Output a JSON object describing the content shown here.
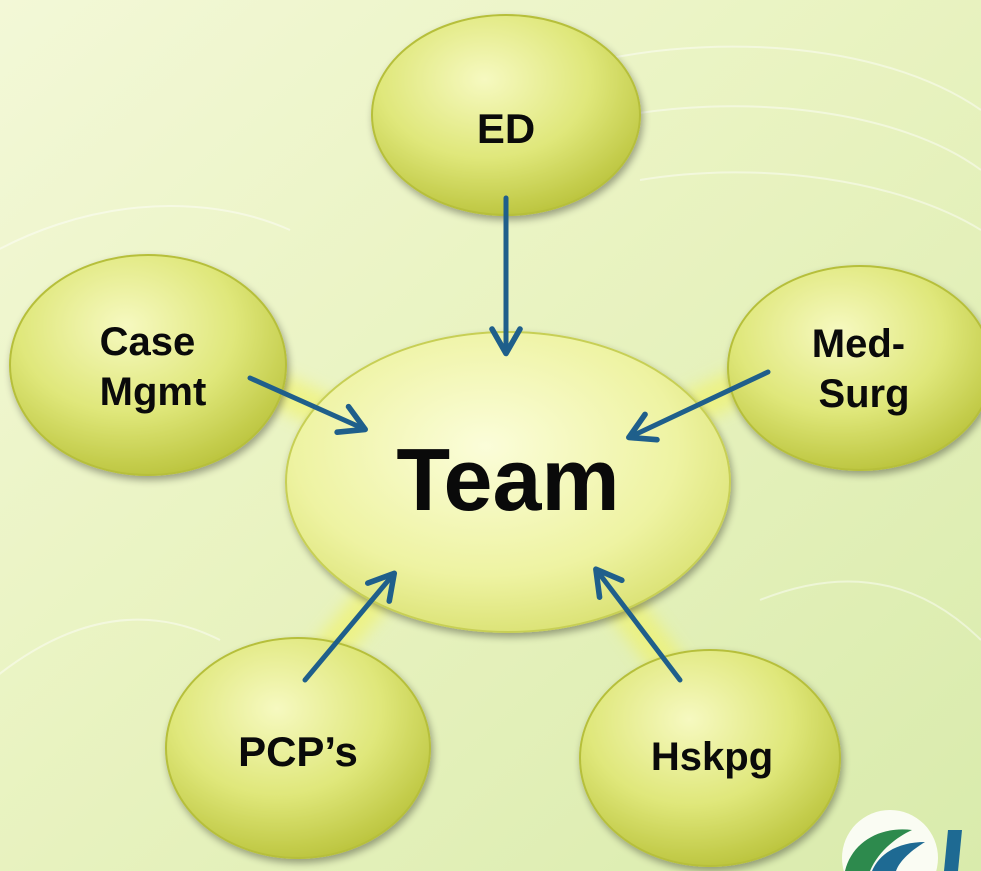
{
  "diagram": {
    "center": {
      "label": "Team"
    },
    "satellites": [
      {
        "id": "ed",
        "lines": [
          "ED"
        ]
      },
      {
        "id": "case-mgmt",
        "lines": [
          "Case",
          "Mgmt"
        ]
      },
      {
        "id": "med-surg",
        "lines": [
          "Med-",
          "Surg"
        ]
      },
      {
        "id": "pcps",
        "lines": [
          "PCP’s"
        ]
      },
      {
        "id": "hskpg",
        "lines": [
          "Hskpg"
        ]
      }
    ],
    "arrows": [
      {
        "from": "ed",
        "to": "center"
      },
      {
        "from": "case-mgmt",
        "to": "center"
      },
      {
        "from": "med-surg",
        "to": "center"
      },
      {
        "from": "pcps",
        "to": "center"
      },
      {
        "from": "hskpg",
        "to": "center"
      }
    ]
  },
  "colors": {
    "background": "#eef5c8",
    "bubble_light": "#f6f9c0",
    "bubble_mid": "#dfe77a",
    "bubble_dark": "#b9c23a",
    "arrow": "#1f5f8b",
    "glow": "#f2f35a",
    "text": "#0a0a0a",
    "logo_green": "#2d8a4d",
    "logo_blue": "#1e6a93"
  }
}
